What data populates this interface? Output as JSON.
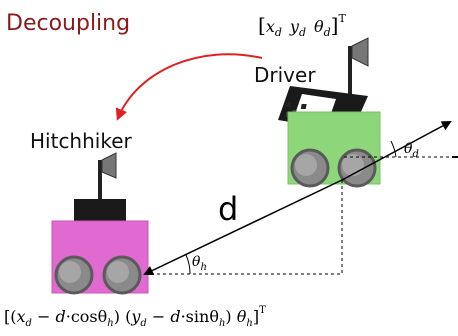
{
  "diagram": {
    "title": "Decoupling",
    "driver_label": "Driver",
    "hitchhiker_label": "Hitchhiker",
    "distance_label": "d",
    "driver_pose": "[x_d  y_d  θ_d]^T",
    "driver_pose_parts": {
      "open": "[",
      "x": "x",
      "x_sub": "d",
      "y": "y",
      "y_sub": "d",
      "theta": "θ",
      "theta_sub": "d",
      "close": "]",
      "sup": "T"
    },
    "hitchhiker_pose": "[(x_d − d·cosθ_h)  (y_d − d·sinθ_h)  θ_h]^T",
    "hitchhiker_pose_parts": {
      "open1": "[(",
      "x": "x",
      "x_sub": "d",
      "minus1": " − ",
      "d1": "d",
      "cos": "·cosθ",
      "cos_sub": "h",
      "mid": ")  (",
      "y": "y",
      "y_sub": "d",
      "minus2": " − ",
      "d2": "d",
      "sin": "·sinθ",
      "sin_sub": "h",
      "mid2": ")  ",
      "theta": "θ",
      "theta_sub": "h",
      "close": "]",
      "sup": "T"
    },
    "theta_d_label": {
      "base": "θ",
      "sub": "d"
    },
    "theta_h_label": {
      "base": "θ",
      "sub": "h"
    },
    "colors": {
      "title": "#8b1a1a",
      "arrow_curve": "#e02020",
      "driver_body": "#8ed67a",
      "hitchhiker_body": "#e06ad0",
      "mount": "#1a1a1a",
      "wheel": "#8a8a8a",
      "line": "#000000"
    },
    "icons": [
      "flag-icon",
      "qr-code-icon",
      "wheel-icon",
      "arrow-icon"
    ]
  }
}
